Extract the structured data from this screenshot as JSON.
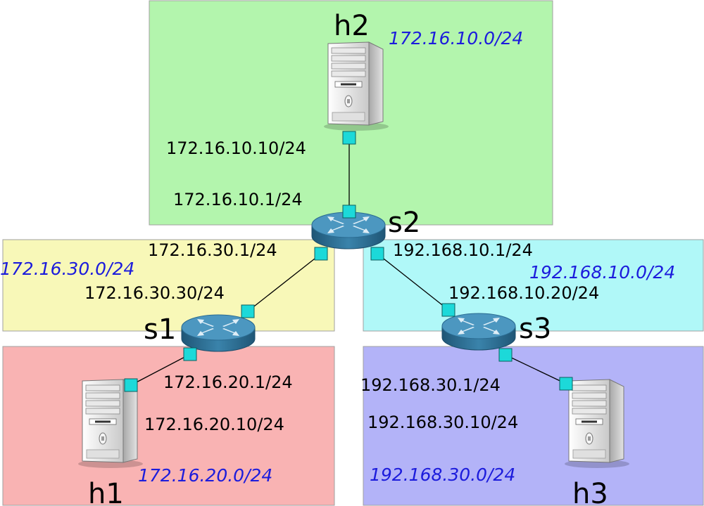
{
  "colors": {
    "green_zone": "#b3f5ad",
    "yellow_zone": "#f8f8b8",
    "cyan_zone": "#b0f8f8",
    "red_zone": "#f9b3b3",
    "blue_zone": "#b3b3f8",
    "network_text": "#1c1cdc",
    "port": "#1cd9d9",
    "link": "#000000"
  },
  "nodes": {
    "h1": "h1",
    "h2": "h2",
    "h3": "h3",
    "s1": "s1",
    "s2": "s2",
    "s3": "s3"
  },
  "networks": {
    "h2_net": "172.16.10.0/24",
    "s1s2_net": "172.16.30.0/24",
    "s2s3_net": "192.168.10.0/24",
    "h1_net": "172.16.20.0/24",
    "h3_net": "192.168.30.0/24"
  },
  "addresses": {
    "h2_if": "172.16.10.10/24",
    "s2_h2_if": "172.16.10.1/24",
    "s2_s1_if": "172.16.30.1/24",
    "s1_s2_if": "172.16.30.30/24",
    "s2_s3_if": "192.168.10.1/24",
    "s3_s2_if": "192.168.10.20/24",
    "s1_h1_if": "172.16.20.1/24",
    "h1_if": "172.16.20.10/24",
    "s3_h3_if": "192.168.30.1/24",
    "h3_if": "192.168.30.10/24"
  }
}
